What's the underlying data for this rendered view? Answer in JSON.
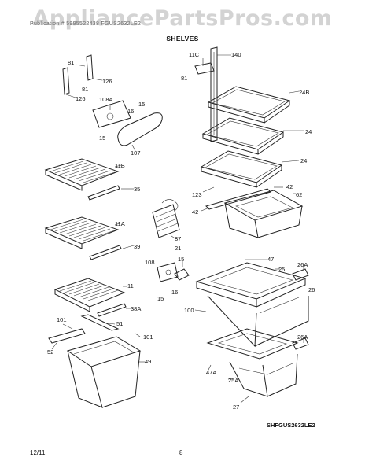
{
  "watermark": "AppliancePartsPros.com",
  "header": {
    "subtitle_text": "Publication # 5995522438  FGUS2632LE2",
    "section_title": "SHELVES"
  },
  "callouts": {
    "c11c": "11C",
    "c140": "140",
    "c81a": "81",
    "c81b": "81",
    "c81c": "81",
    "c126a": "126",
    "c126b": "126",
    "c24b": "24B",
    "c108a": "108A",
    "c15a": "15",
    "c16a": "16",
    "c15b": "15",
    "c107": "107",
    "c24a": "24",
    "c24c": "24",
    "c11b": "11B",
    "c35": "35",
    "c123": "123",
    "c42a": "42",
    "c62": "62",
    "c42b": "42",
    "c11a": "11A",
    "c37": "37",
    "c21": "21",
    "c39": "39",
    "c47": "47",
    "c26a1": "26A",
    "c108": "108",
    "c15c": "15",
    "c25": "25",
    "c15d": "15",
    "c16b": "16",
    "c11": "11",
    "c26": "26",
    "c100": "100",
    "c38a": "38A",
    "c101a": "101",
    "c51": "51",
    "c101b": "101",
    "c52": "52",
    "c49": "49",
    "c26a2": "26A",
    "c47a": "47A",
    "c25a": "25A",
    "c27": "27"
  },
  "model_code": "SHFGUS2632LE2",
  "footer": {
    "date": "12/11",
    "page": "8"
  }
}
